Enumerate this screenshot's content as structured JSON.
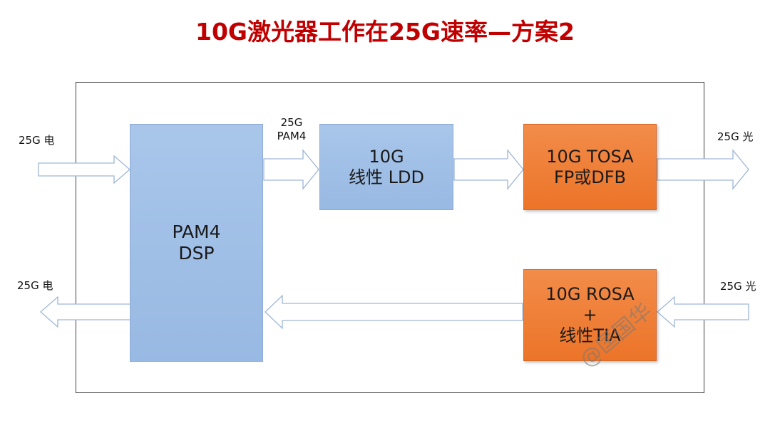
{
  "title": "10G激光器工作在25G速率—方案2",
  "blocks": {
    "dsp": {
      "line1": "PAM4",
      "line2": "DSP"
    },
    "ldd": {
      "line1": "10G",
      "line2": "线性 LDD"
    },
    "tosa": {
      "line1": "10G TOSA",
      "line2": "FP或DFB"
    },
    "rosa": {
      "line1": "10G ROSA",
      "line2": "+",
      "line3": "线性TIA"
    }
  },
  "labels": {
    "tx_electrical_in": "25G 电",
    "rx_electrical_out": "25G 电",
    "pam4_signal_line1": "25G",
    "pam4_signal_line2": "PAM4",
    "tx_optical_out": "25G 光",
    "rx_optical_in": "25G 光"
  },
  "watermark": "@匡国华",
  "colors": {
    "title": "#c00000",
    "blue_block": "#9dbde6",
    "orange_block": "#ee7b30",
    "arrow_outline": "#9fb7d6"
  }
}
